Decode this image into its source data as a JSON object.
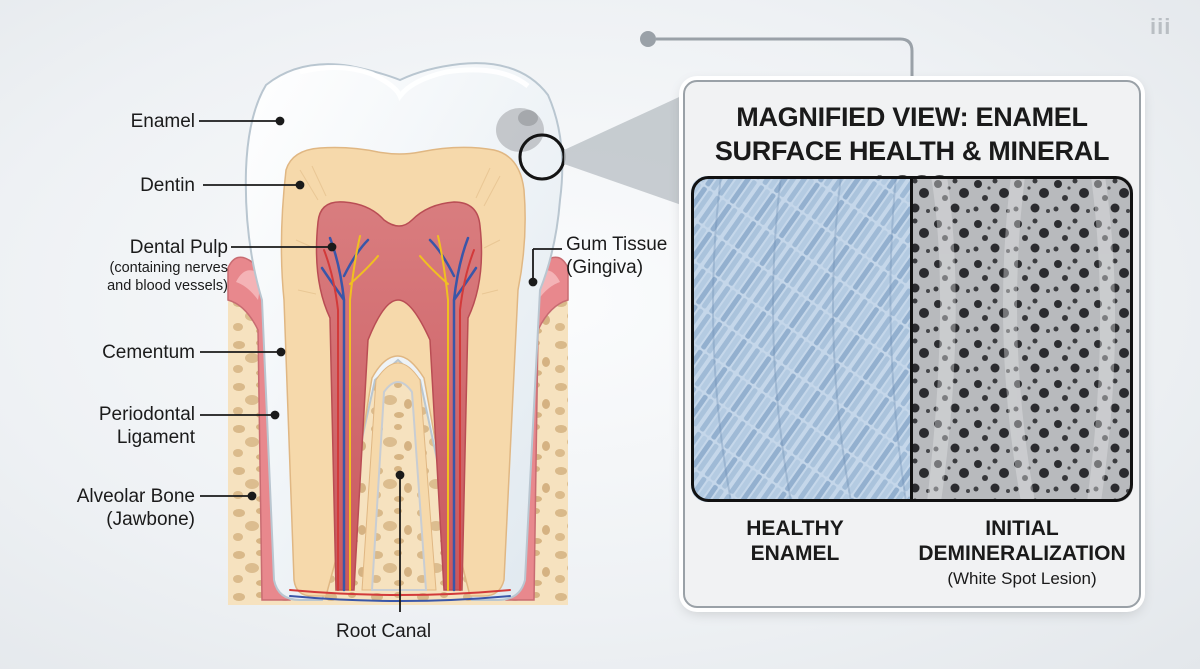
{
  "labels": {
    "enamel": "Enamel",
    "dentin": "Dentin",
    "pulp": "Dental Pulp",
    "pulp_sub_1": "(containing nerves",
    "pulp_sub_2": "and blood vessels)",
    "cementum": "Cementum",
    "ligament_1": "Periodontal",
    "ligament_2": "Ligament",
    "bone_1": "Alveolar Bone",
    "bone_2": "(Jawbone)",
    "gum_1": "Gum Tissue",
    "gum_2": "(Gingiva)",
    "root_canal": "Root Canal"
  },
  "panel": {
    "title_line_1": "MAGNIFIED VIEW: ENAMEL",
    "title_line_2": "SURFACE HEALTH & MINERAL LOSS",
    "healthy_1": "HEALTHY",
    "healthy_2": "ENAMEL",
    "demin_1": "INITIAL",
    "demin_2": "DEMINERALIZATION",
    "demin_sub": "(White Spot Lesion)"
  },
  "watermark": "iii",
  "colors": {
    "enamel": "#f3f7fa",
    "dentin": "#f6d9ab",
    "pulp": "#d9787b",
    "gum": "#e8888d",
    "bone": "#f6e2bf",
    "healthy_crystal": "#a9c3dd",
    "demineralized": "#8d8f92"
  }
}
